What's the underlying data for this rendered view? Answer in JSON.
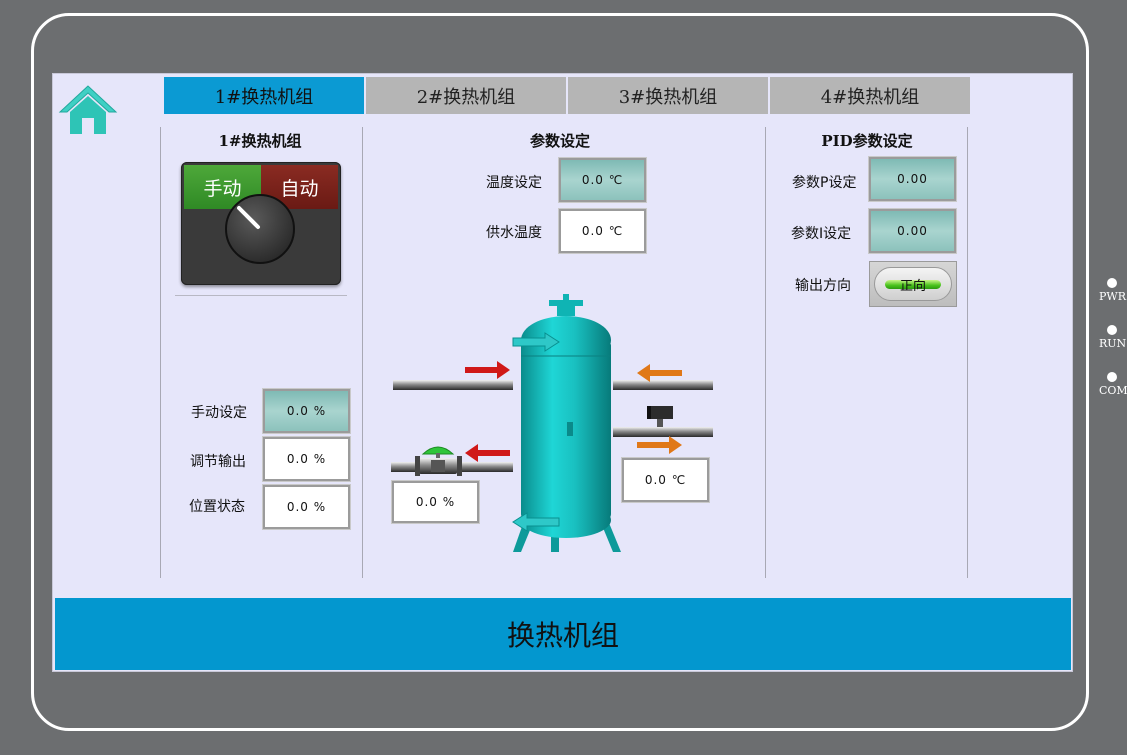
{
  "tabs": [
    {
      "label": "1#换热机组",
      "active": true
    },
    {
      "label": "2#换热机组",
      "active": false
    },
    {
      "label": "3#换热机组",
      "active": false
    },
    {
      "label": "4#换热机组",
      "active": false
    }
  ],
  "left": {
    "title": "1#换热机组",
    "switch": {
      "manual_label": "手动",
      "auto_label": "自动"
    },
    "manual_set": {
      "label": "手动设定",
      "value": "0.0 %"
    },
    "regulate_output": {
      "label": "调节输出",
      "value": "0.0 %"
    },
    "position_status": {
      "label": "位置状态",
      "value": "0.0 %"
    }
  },
  "middle": {
    "title": "参数设定",
    "temp_set": {
      "label": "温度设定",
      "value": "0.0 ℃"
    },
    "supply_temp": {
      "label": "供水温度",
      "value": "0.0 ℃"
    },
    "valve_reading": "0.0 %",
    "outlet_temp": "0.0 ℃"
  },
  "right": {
    "title": "PID参数设定",
    "param_p": {
      "label": "参数P设定",
      "value": "0.00"
    },
    "param_i": {
      "label": "参数I设定",
      "value": "0.00"
    },
    "output_direction": {
      "label": "输出方向",
      "value": "正向"
    }
  },
  "footer": {
    "title": "换热机组"
  },
  "indicators": [
    "PWR",
    "RUN",
    "COM"
  ],
  "colors": {
    "tab_active": "#0b9ad3",
    "tab_inactive": "#b5b5b5",
    "footer": "#0397cf",
    "screen_bg": "#e6e6fa",
    "tank": "#19c0c0",
    "home_icon": "#2ec4b6"
  },
  "icons": {
    "home": "home-icon",
    "tank": "heat-exchanger-tank",
    "valve": "valve-icon",
    "actuator": "actuator-icon"
  }
}
